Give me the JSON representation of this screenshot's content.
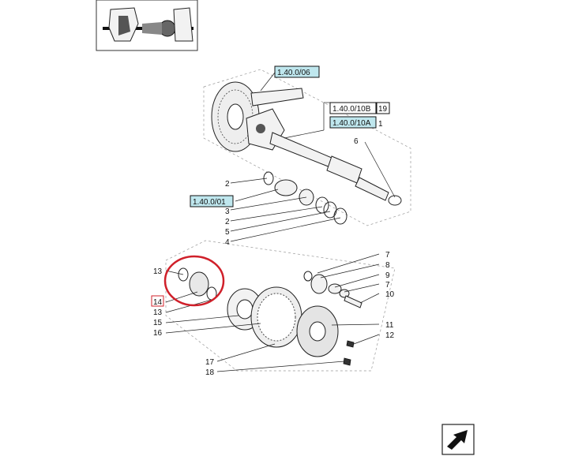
{
  "references": {
    "ref_top": "1.40.0/06",
    "ref_10b": "1.40.0/10B",
    "ref_10b_suffix": "19",
    "ref_10a": "1.40.0/10A",
    "ref_10a_suffix": "1",
    "ref_01": "1.40.0/01"
  },
  "part_labels": {
    "p6": "6",
    "p2a": "2",
    "p3": "3",
    "p2b": "2",
    "p5": "5",
    "p4": "4",
    "p7a": "7",
    "p8": "8",
    "p9": "9",
    "p7b": "7",
    "p10": "10",
    "p13a": "13",
    "p14": "14",
    "p13b": "13",
    "p15": "15",
    "p16": "16",
    "p11": "11",
    "p12": "12",
    "p17": "17",
    "p18": "18"
  },
  "colors": {
    "ref_fill": "#bfe7ee",
    "highlight_circle": "#d0202a",
    "selected_box": "#d0202a"
  },
  "icons": {
    "thumbnail": "axle-assembly-thumbnail",
    "nav": "next-page-arrow-icon"
  }
}
